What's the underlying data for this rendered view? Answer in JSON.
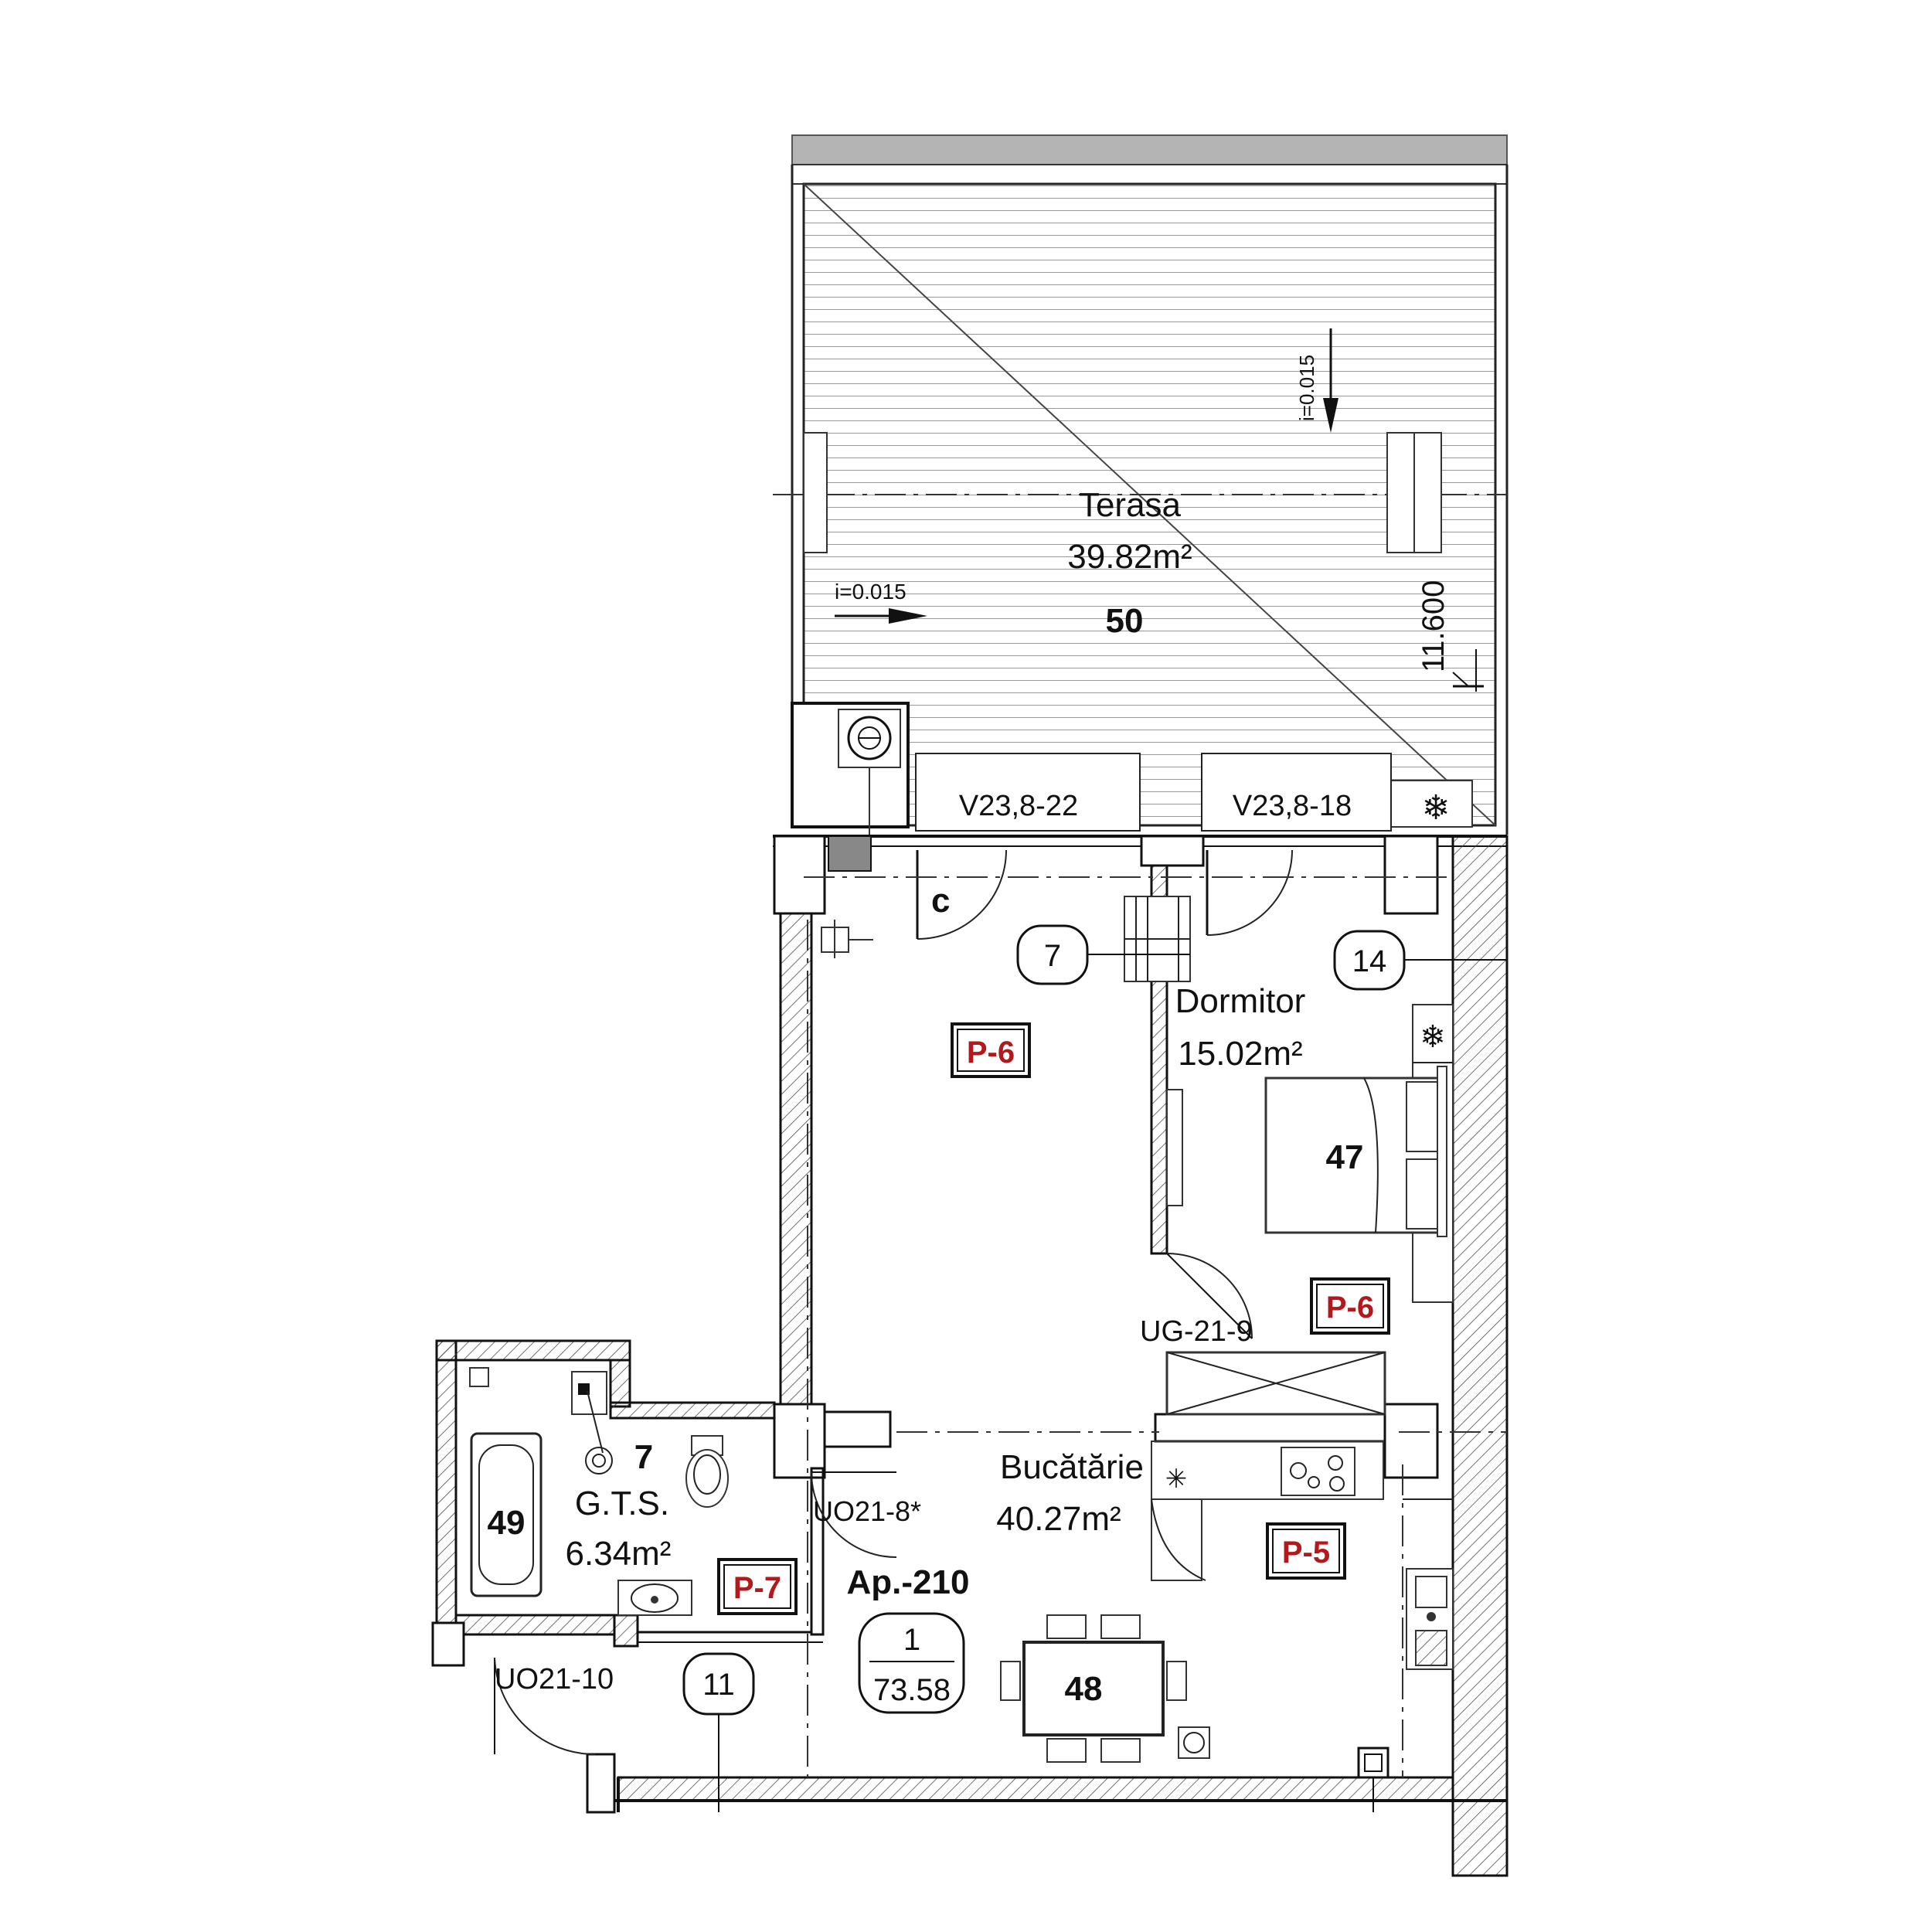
{
  "rooms": {
    "terasa": {
      "name": "Terasa",
      "area": "39.82m²",
      "id": "50"
    },
    "dormitor": {
      "name": "Dormitor",
      "area": "15.02m²",
      "id": "47"
    },
    "bucatarie": {
      "name": "Bucătărie",
      "area": "40.27m²",
      "id": "48"
    },
    "gts": {
      "name": "G.T.S.",
      "area": "6.34m²",
      "id": "49",
      "num": "7"
    }
  },
  "slopes": {
    "vertical": "i=0.015",
    "horizontal": "i=0.015"
  },
  "elevation": "11.600",
  "windows": {
    "w1": "V23,8-22",
    "w2": "V23,8-18"
  },
  "doors": {
    "d1": "UG-21-9",
    "d2": "UO21-8*",
    "d3": "UO21-10"
  },
  "marker_c": "c",
  "tags": {
    "p6_living": "P-6",
    "p6_bed": "P-6",
    "p5": "P-5",
    "p7": "P-7"
  },
  "circles": {
    "c7": "7",
    "c14": "14",
    "c11": "11"
  },
  "apartment": {
    "label": "Ap.-210",
    "num": "1",
    "area": "73.58"
  },
  "colors": {
    "wall": "#111111",
    "tag": "#b3191c",
    "roof": "#b4b4b4"
  }
}
